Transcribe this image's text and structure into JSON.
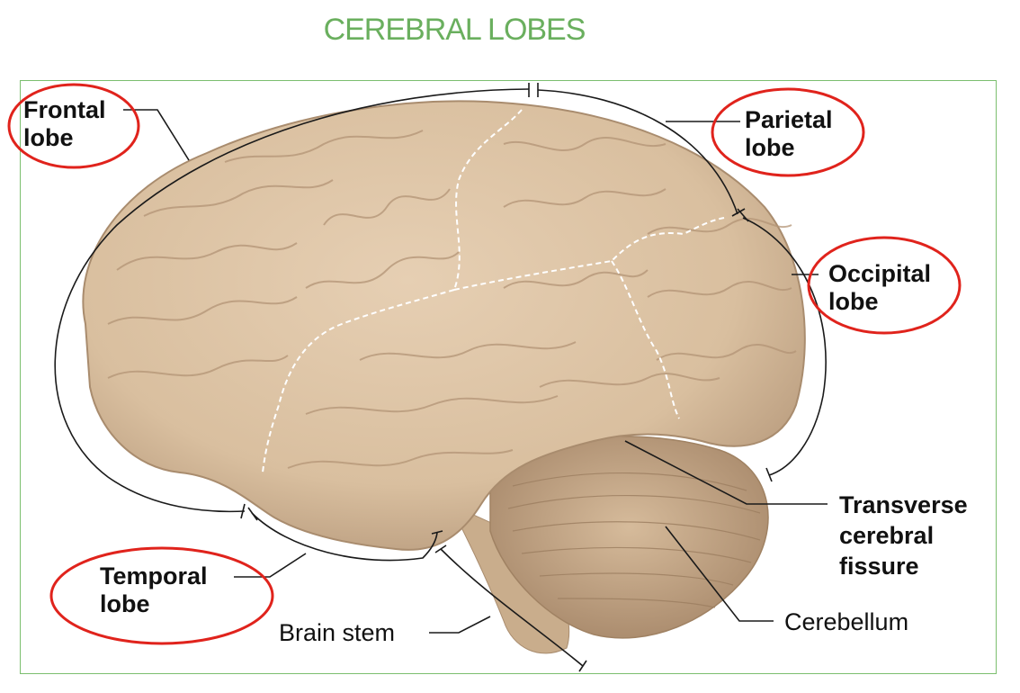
{
  "title": "CEREBRAL LOBES",
  "colors": {
    "title": "#6aaf5e",
    "frame": "#7cbf6f",
    "highlight_circle": "#e0231c",
    "brain": "#dcc2a3",
    "brain_shadow": "#b5977a",
    "cerebellum": "#c7a988"
  },
  "labels": {
    "frontal_1": "Frontal",
    "frontal_2": "lobe",
    "parietal_1": "Parietal",
    "parietal_2": "lobe",
    "occipital_1": "Occipital",
    "occipital_2": "lobe",
    "temporal_1": "Temporal",
    "temporal_2": "lobe",
    "fissure_1": "Transverse",
    "fissure_2": "cerebral",
    "fissure_3": "fissure",
    "brain_stem": "Brain stem",
    "cerebellum": "Cerebellum"
  }
}
